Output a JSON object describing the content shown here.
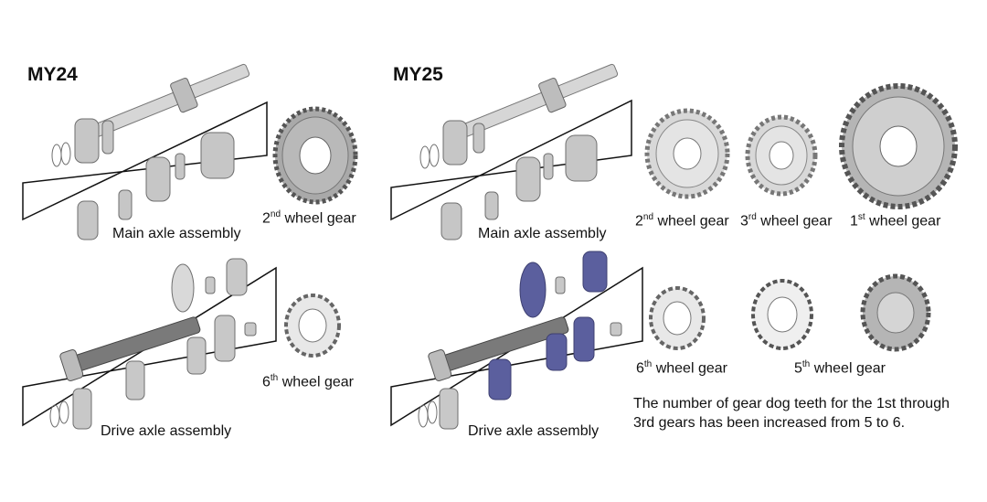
{
  "my24": {
    "heading": "MY24",
    "main_axle_label": "Main axle assembly",
    "drive_axle_label": "Drive axle assembly",
    "gear_2nd": {
      "ord": "2",
      "sup": "nd",
      "text": " wheel gear"
    },
    "gear_6th": {
      "ord": "6",
      "sup": "th",
      "text": " wheel gear"
    }
  },
  "my25": {
    "heading": "MY25",
    "main_axle_label": "Main axle assembly",
    "drive_axle_label": "Drive axle assembly",
    "gear_2nd": {
      "ord": "2",
      "sup": "nd",
      "text": " wheel gear"
    },
    "gear_3rd": {
      "ord": "3",
      "sup": "rd",
      "text": " wheel gear"
    },
    "gear_1st": {
      "ord": "1",
      "sup": "st",
      "text": " wheel gear"
    },
    "gear_6th": {
      "ord": "6",
      "sup": "th",
      "text": " wheel gear"
    },
    "gear_5th": {
      "ord": "5",
      "sup": "th",
      "text": " wheel gear"
    },
    "note": "The number of gear dog teeth for the 1st through 3rd gears has been increased from 5 to 6."
  },
  "colors": {
    "metal": "#c9c9c9",
    "metal_dark": "#8a8a8a",
    "highlight": "#5b5f9e"
  }
}
